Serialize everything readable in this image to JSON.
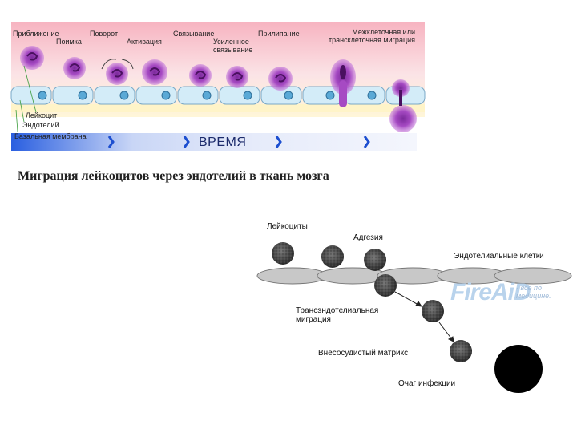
{
  "top_diagram": {
    "stage_labels": [
      "Приближение",
      "Поимка",
      "Поворот",
      "Активация",
      "Связывание",
      "Усиленное связывание",
      "Прилипание",
      "Межклеточная или трансклеточная миграция"
    ],
    "legend": [
      "Лейкоцит",
      "Эндотелий",
      "Базальная мембрана"
    ],
    "time_label": "ВРЕМЯ",
    "colors": {
      "band_top": "#f6b9c4",
      "endothelium": "#cfe7f6",
      "leukocyte": "#b048c8",
      "time_arrow": "#1d4fd0"
    }
  },
  "caption": "Миграция лейкоцитов через эндотелий в ткань мозга",
  "bottom_diagram": {
    "labels": {
      "leukocytes": "Лейкоциты",
      "adhesion": "Адгезия",
      "endothelial_cells": "Эндотелиальные клетки",
      "transendothelial": "Трансэндотелиальная миграция",
      "matrix": "Внесосудистый матрикс",
      "infection": "Очаг инфекции"
    },
    "watermark": {
      "brand": "FireAiD",
      "tagline": "- все по медицине."
    }
  }
}
